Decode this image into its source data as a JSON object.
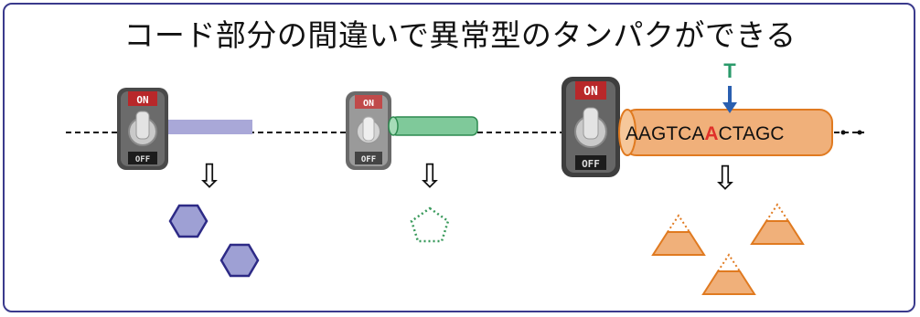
{
  "title": "コード部分の間違いで異常型のタンパクができる",
  "switches": [
    {
      "on_label": "ON",
      "off_label": "OFF"
    },
    {
      "on_label": "ON",
      "off_label": "OFF"
    },
    {
      "on_label": "ON",
      "off_label": "OFF"
    }
  ],
  "genes": [
    {
      "color": "#a9a8d8"
    },
    {
      "color": "#7fc99a"
    },
    {
      "color": "#f0b07a",
      "sequence": {
        "before": "AAGTCA",
        "mutated": "A",
        "after": "CTAGC"
      }
    }
  ],
  "mutation_base": "T",
  "arrow_glyph": "⇩",
  "colors": {
    "normal_protein": "#9ea0d4",
    "normal_protein_stroke": "#2d2a86",
    "partial_protein_stroke": "#3a9a5c",
    "abnormal_protein": "#f0b07a",
    "abnormal_protein_stroke": "#e07a20",
    "mutation_red": "#e0302a",
    "mutation_green": "#2a9a6a",
    "mutation_arrow": "#2a5fb0"
  }
}
